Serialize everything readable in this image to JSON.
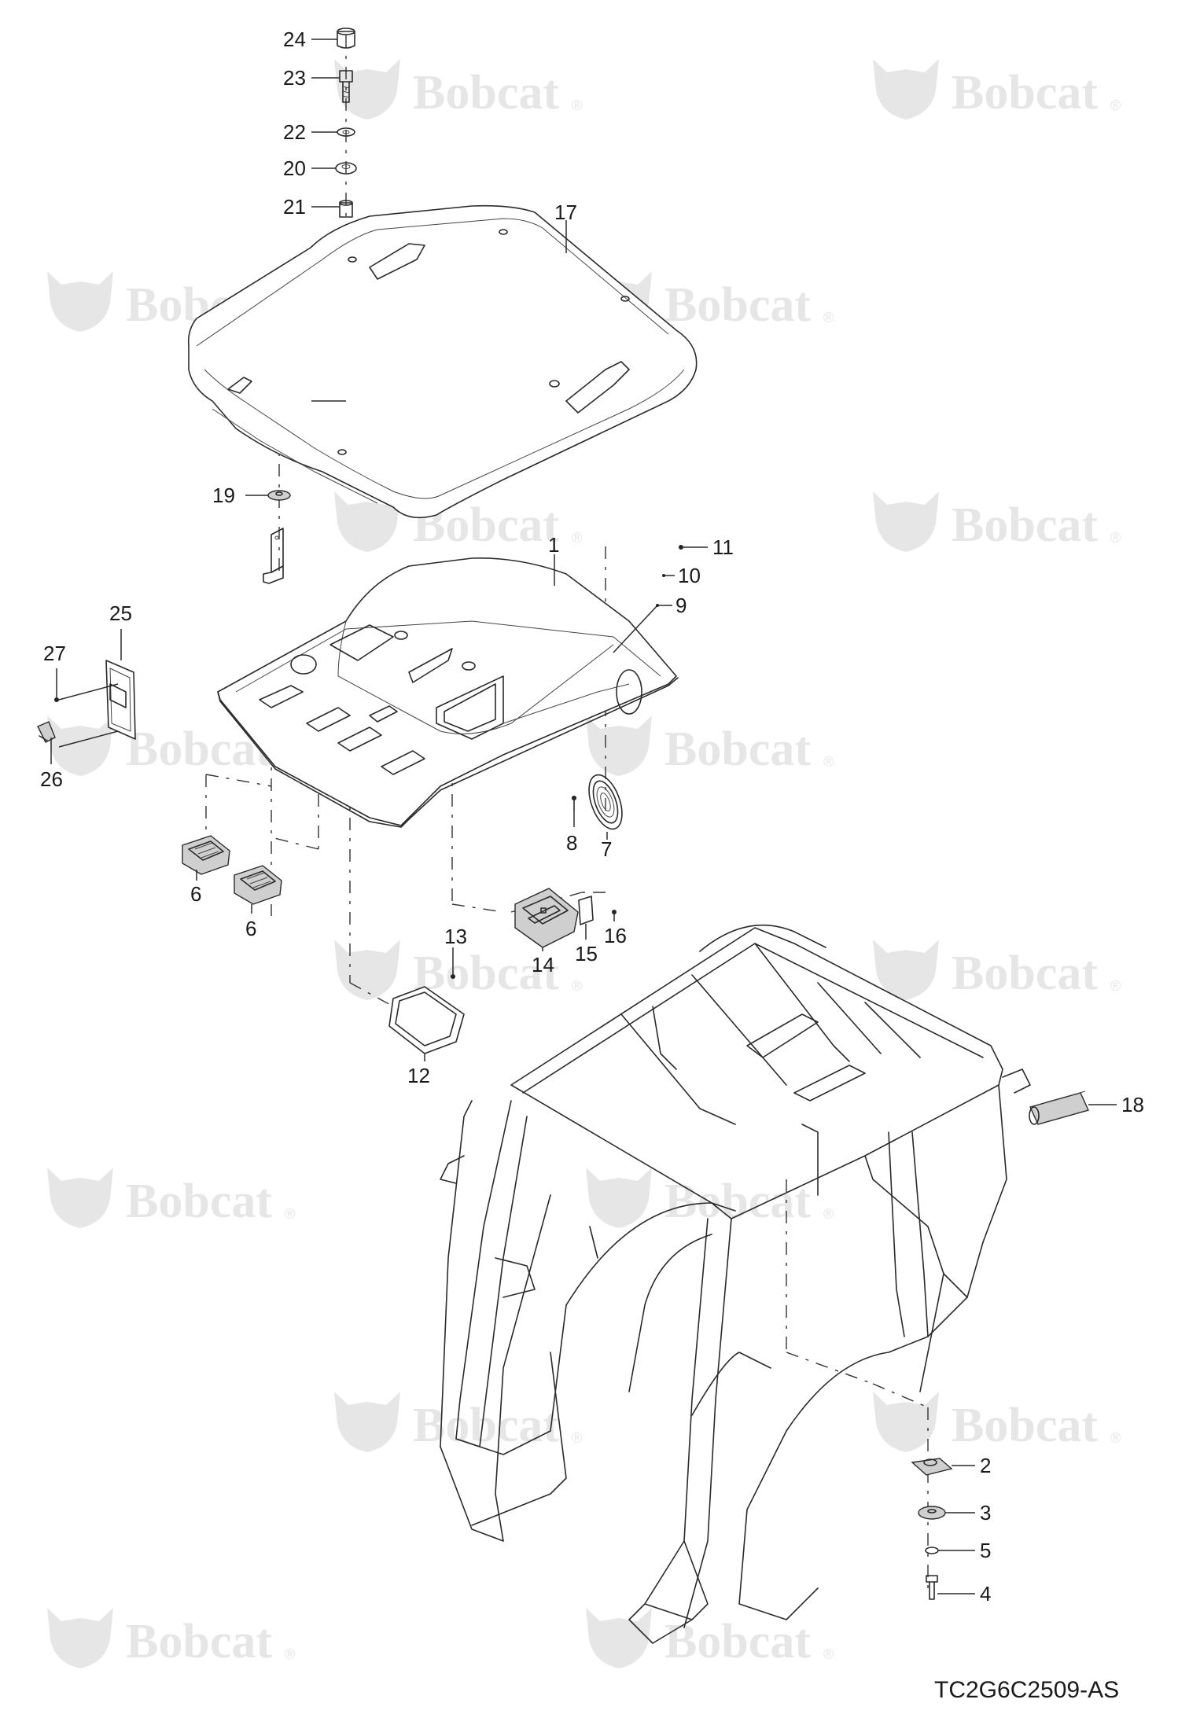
{
  "diagram": {
    "drawing_number": "TC2G6C2509-AS",
    "watermark": {
      "text": "Bobcat",
      "mark": "®",
      "color": "#e6e6e6"
    },
    "callouts": [
      {
        "id": "c24",
        "label": "24"
      },
      {
        "id": "c23",
        "label": "23"
      },
      {
        "id": "c22",
        "label": "22"
      },
      {
        "id": "c20",
        "label": "20"
      },
      {
        "id": "c21",
        "label": "21"
      },
      {
        "id": "c17",
        "label": "17"
      },
      {
        "id": "c19",
        "label": "19"
      },
      {
        "id": "c1",
        "label": "1"
      },
      {
        "id": "c11",
        "label": "11"
      },
      {
        "id": "c10",
        "label": "10"
      },
      {
        "id": "c9",
        "label": "9"
      },
      {
        "id": "c25",
        "label": "25"
      },
      {
        "id": "c27",
        "label": "27"
      },
      {
        "id": "c26",
        "label": "26"
      },
      {
        "id": "c8",
        "label": "8"
      },
      {
        "id": "c7",
        "label": "7"
      },
      {
        "id": "c6a",
        "label": "6"
      },
      {
        "id": "c6b",
        "label": "6"
      },
      {
        "id": "c16",
        "label": "16"
      },
      {
        "id": "c15",
        "label": "15"
      },
      {
        "id": "c14",
        "label": "14"
      },
      {
        "id": "c13",
        "label": "13"
      },
      {
        "id": "c12",
        "label": "12"
      },
      {
        "id": "c18",
        "label": "18"
      },
      {
        "id": "c2",
        "label": "2"
      },
      {
        "id": "c3",
        "label": "3"
      },
      {
        "id": "c5",
        "label": "5"
      },
      {
        "id": "c4",
        "label": "4"
      }
    ]
  }
}
